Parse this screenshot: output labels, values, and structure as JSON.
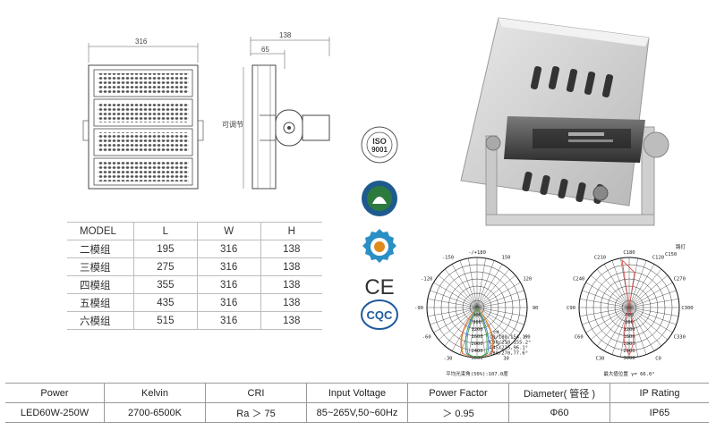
{
  "drawing": {
    "front_width": "316",
    "side_width": "138",
    "side_mount": "65",
    "adjustable_label": "可调节"
  },
  "certifications": [
    "iso-9001-icon",
    "energy-saving-icon",
    "product-quality-icon",
    "ce-mark-icon",
    "cqc-icon"
  ],
  "dimensions_table": {
    "headers": [
      "MODEL",
      "L",
      "W",
      "H"
    ],
    "rows": [
      [
        "二模组",
        "195",
        "316",
        "138"
      ],
      [
        "三模组",
        "275",
        "316",
        "138"
      ],
      [
        "四模组",
        "355",
        "316",
        "138"
      ],
      [
        "五模组",
        "435",
        "316",
        "138"
      ],
      [
        "六模组",
        "515",
        "316",
        "138"
      ]
    ]
  },
  "specs_table": {
    "headers": [
      "Power",
      "Kelvin",
      "CRI",
      "Input Voltage",
      "Power Factor",
      "Diameter( 管径 )",
      "IP Rating"
    ],
    "values": [
      "LED60W-250W",
      "2700-6500K",
      "Ra ＞ 75",
      "85~265V,50~60Hz",
      "＞ 0.95",
      "Φ60",
      "IP65"
    ]
  },
  "polar_left": {
    "top": "-/+180",
    "angles": [
      "-150",
      "150",
      "-120",
      "120",
      "-90",
      "90",
      "-60",
      "60",
      "-30",
      "30"
    ],
    "rings": [
      "400",
      "800",
      "1200",
      "1600",
      "2000",
      "2400",
      "3000"
    ],
    "unit": "cd",
    "legend": [
      "C0/180,154.1°",
      "C90/210,155.2°",
      "C45/225,96.1°",
      "C90/270,77.6°"
    ],
    "footer": "平均光束角(50%):107.0度"
  },
  "polar_right": {
    "top": "C180",
    "top_right": "C150",
    "corner": "路灯",
    "angles": [
      "C210",
      "C120",
      "C240",
      "C270",
      "C90",
      "C300",
      "C60",
      "C330",
      "C30",
      "C0"
    ],
    "rings": [
      "400",
      "800",
      "1200",
      "1600",
      "2000",
      "2400",
      "3000"
    ],
    "footer": "最大值位置 γ= 66.0°"
  }
}
